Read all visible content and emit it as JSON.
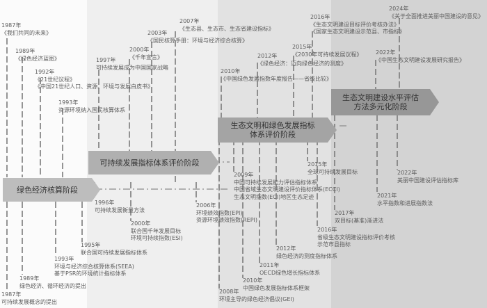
{
  "stages": {
    "s1": "绿色经济核算阶段",
    "s2": "可持续发展指标体系评价阶段",
    "s3_line1": "生态文明和绿色发展指标",
    "s3_line2": "体系评价阶段",
    "s4_line1": "生态文明建设水平评估",
    "s4_line2": "方法多元化阶段"
  },
  "above": {
    "e1987": [
      "1987年",
      "《我们共同的未来》"
    ],
    "e1989": [
      "1989年",
      "《绿色经济蓝图》"
    ],
    "e1992": [
      "1992年",
      "《21世纪议程》",
      "《中国21世纪人口、资源、环境与发展白皮书》"
    ],
    "e1993": [
      "1993年",
      "资源环境纳入国民核算体系"
    ],
    "e1997": [
      "1997年",
      "可持续发展成为中国国家战略"
    ],
    "e2000": [
      "2000年",
      "《千年宣言》"
    ],
    "e2003": [
      "2003年",
      "《国民核算手册：环境与经济综合核算》"
    ],
    "e2007": [
      "2007年",
      "《生态县、生态市、生态省建设指标》"
    ],
    "e2010": [
      "2010年",
      "《中国绿色发展指数年度报告——省级比较》"
    ],
    "e2012": [
      "2012年",
      "《绿色经济：迈向绿色经济的测度》"
    ],
    "e2015": [
      "2015年",
      "《2030年可持续发展议程》"
    ],
    "e2016": [
      "2016年",
      "《生态文明建设目标评价考核办法》",
      "《国家生态文明建设示范县、市指标》"
    ],
    "e2022": [
      "2022年",
      "《中国生态文明建设发展研究报告》"
    ],
    "e2024": [
      "2024年",
      "《关于全面推进美丽中国建设的意见》"
    ]
  },
  "below": {
    "b1987": [
      "1987年",
      "可持续发展概念的提出"
    ],
    "b1989": [
      "1989年",
      "绿色经济、循环经济的提出"
    ],
    "b1993": [
      "1993年",
      "环境与经济综合核算体系(SEEA)",
      "基于PSR的环境统计指标体系"
    ],
    "b1995": [
      "1995年",
      "联合国可持续发展指标体系"
    ],
    "b2000": [
      "2000年",
      "联合国千年发展目标",
      "环境可持续指数(ESI)"
    ],
    "b1996": [
      "1996年",
      "可持续发展衡量方法"
    ],
    "b2006": [
      "2006年",
      "环境绩效指数(EPI)",
      "资源环境绩效指数(REPI)"
    ],
    "b2008": [
      "2008年",
      "环境主导的绿色经济倡议(GEI)"
    ],
    "b2009": [
      "2009年",
      "中国可持续发展能力评估指标体系",
      "中国省域生态文明建设评价指标体系(ECCI)",
      "生态文明指数(ECI)地区生态足迹"
    ],
    "b2010": [
      "2010年",
      "中国绿色发展指标体系框架"
    ],
    "b2011": [
      "2011年",
      "OECD绿色增长指标体系"
    ],
    "b2012": [
      "2012年",
      "绿色经济的测度指标体系"
    ],
    "b2015": [
      "2015年",
      "全球可持续发展目标"
    ],
    "b2016": [
      "2016年",
      "省级生态文明建设指标评价考核",
      "示范市县指标"
    ],
    "b2017": [
      "2017年",
      "双目标(基准)渐进法"
    ],
    "b2021": [
      "2021年",
      "水平指数和进展指数法"
    ],
    "b2022": [
      "2022年",
      "美丽中国建设评估指标库"
    ]
  },
  "colors": {
    "bg1": "#f7f7f7",
    "bg2": "#ebebeb",
    "bg3": "#dedede",
    "bg4": "#cfcfcf",
    "arrow1": "#b9b9b9",
    "arrow2": "#acacac",
    "arrow3": "#9f9f9f",
    "arrow4": "#929292"
  }
}
